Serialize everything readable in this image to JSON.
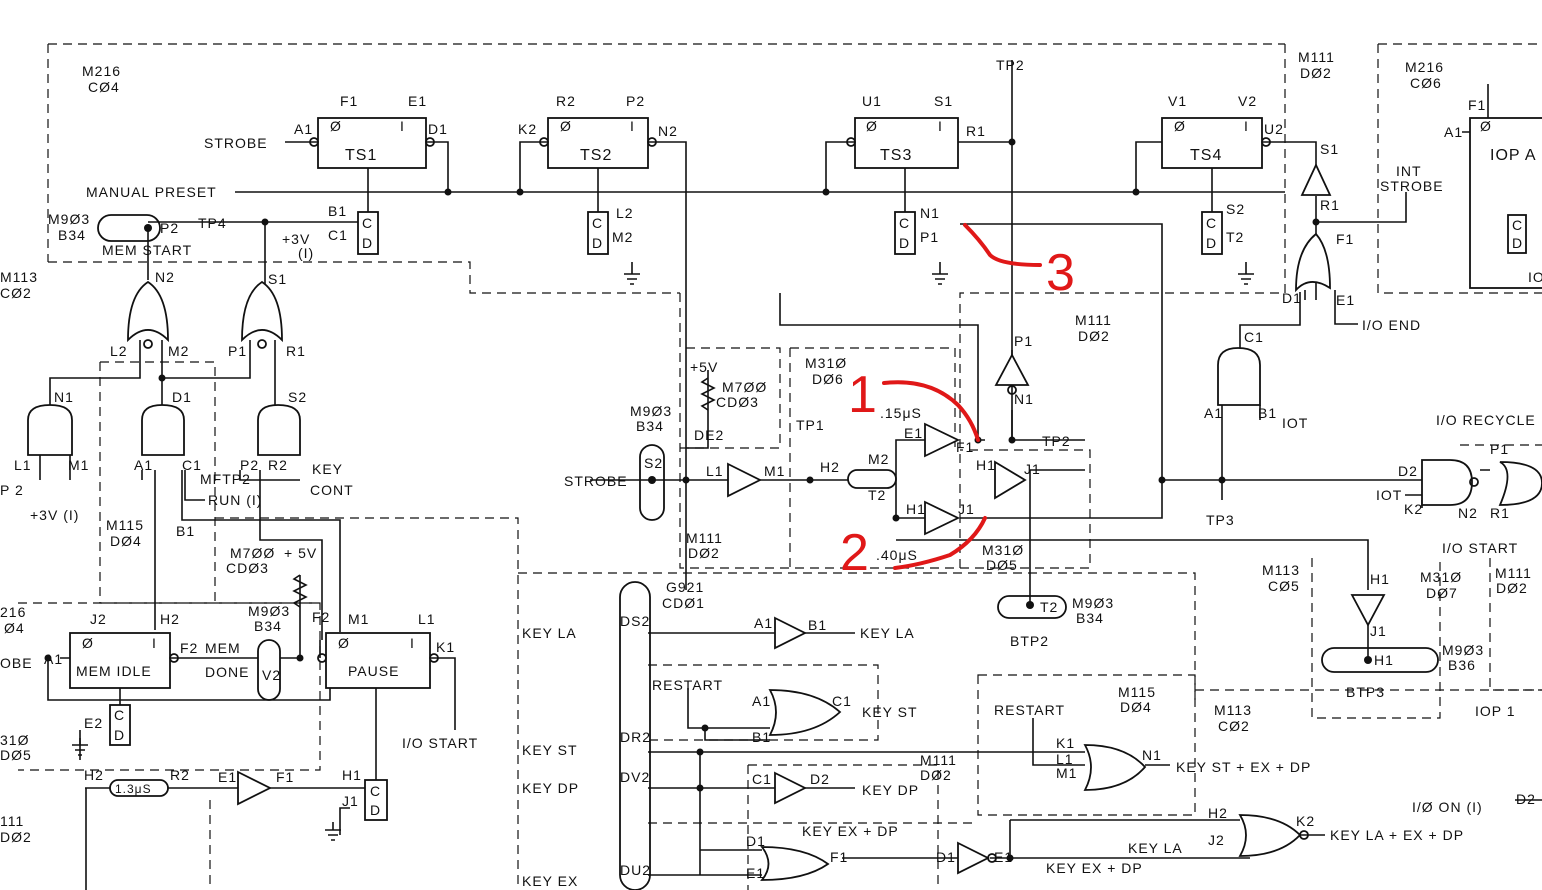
{
  "modules": {
    "m216_top": "M216",
    "m216_top_loc": "CØ4",
    "m111_top": "M111",
    "m111_top_loc": "DØ2",
    "m216_right": "M216",
    "m216_right_loc": "CØ6",
    "m903_left": "M9Ø3",
    "m903_left_loc": "B34",
    "m113_left": "M113",
    "m113_left_loc": "CØ2",
    "m111_mid": "M111",
    "m111_mid_loc": "DØ2",
    "m310_mid": "M31Ø",
    "m310_mid_loc": "DØ6",
    "m700_mid": "M7ØØ",
    "m700_mid_loc": "CDØ3",
    "m903_strobe": "M9Ø3",
    "m903_strobe_loc": "B34",
    "m115_left": "M115",
    "m115_left_loc": "DØ4",
    "m700_left": "M7ØØ",
    "m700_left_loc": "CDØ3",
    "m903_left2": "M9Ø3",
    "m903_left2_loc": "B34",
    "m216_bl": "216",
    "m216_bl_loc": "Ø4",
    "m310_bl": "31Ø",
    "m310_bl_loc": "DØ5",
    "m111_bl": "111",
    "m111_bl_loc": "DØ2",
    "m111_c": "M111",
    "m111_c_loc": "DØ2",
    "m310_c": "M31Ø",
    "m310_c_loc": "DØ5",
    "m903_btp2": "M9Ø3",
    "m903_btp2_loc": "B34",
    "g921": "G921",
    "g921_loc": "CDØ1",
    "m113_r": "M113",
    "m113_r_loc": "CØ5",
    "m310_r": "M31Ø",
    "m310_r_loc": "DØ7",
    "m111_r": "M111",
    "m111_r_loc": "DØ2",
    "m903_r": "M9Ø3",
    "m903_r_loc": "B36",
    "m115_c": "M115",
    "m115_c_loc": "DØ4",
    "m113_c2": "M113",
    "m113_c2_loc": "CØ2",
    "m111_c2": "M111",
    "m111_c2_loc": "DØ2"
  },
  "signals": {
    "strobe": "STROBE",
    "manual_preset": "MANUAL PRESET",
    "tp2_top": "TP2",
    "tp4": "TP4",
    "plus3v": "+3V",
    "plus3v_i": "(I)",
    "mem_start": "MEM START",
    "int_strobe_1": "INT",
    "int_strobe_2": "STROBE",
    "io_end": "I/O END",
    "plus5v": "+5V",
    "strobe_mid": "STROBE",
    "tp1": "TP1",
    "de2": "DE2",
    "t2": "T2",
    "tp2_mid": "TP2",
    "iot": "IOT",
    "iot2": "IOT",
    "tp3": "TP3",
    "io_recycle": "I/O RECYCLE",
    "io_start_r": "I/O START",
    "p2_left": "P 2",
    "plus3v_left": "+3V (I)",
    "run": "RUN (I)",
    "mftp2": "MFTP2",
    "key_cont_1": "KEY",
    "key_cont_2": "CONT",
    "plus5v_left": "+ 5V",
    "strobe_left": "OBE",
    "mem_idle": "MEM IDLE",
    "mem_done_1": "MEM",
    "mem_done_2": "DONE",
    "pause": "PAUSE",
    "io_start": "I/O START",
    "delay_13": "1.3μS",
    "delay_15": ".15μS",
    "delay_40": ".40μS",
    "btp2": "BTP2",
    "btp3": "BTP3",
    "key_la_in": "KEY LA",
    "key_st_in": "KEY ST",
    "key_dp_in": "KEY DP",
    "key_ex_in": "KEY EX",
    "key_la_out": "KEY LA",
    "restart": "RESTART",
    "key_st_out": "KEY ST",
    "key_dp_out": "KEY DP",
    "key_ex_dp": "KEY EX + DP",
    "key_ex_dp2": "KEY EX + DP",
    "restart2": "RESTART",
    "key_st_ex_dp": "KEY ST + EX + DP",
    "key_la2": "KEY LA",
    "key_la_ex_dp": "KEY LA + EX + DP",
    "io_on": "I/Ø ON (I)",
    "iop1": "IOP 1",
    "io_label": "IO"
  },
  "flipflops": {
    "ts1": "TS1",
    "ts2": "TS2",
    "ts3": "TS3",
    "ts4": "TS4",
    "iopa": "IOP A",
    "zero": "Ø",
    "one": "I"
  },
  "pins": {
    "f1": "F1",
    "e1": "E1",
    "a1": "A1",
    "d1": "D1",
    "r2": "R2",
    "p2": "P2",
    "k2": "K2",
    "n2": "N2",
    "u1": "U1",
    "s1": "S1",
    "r1": "R1",
    "v1": "V1",
    "v2": "V2",
    "u2": "U2",
    "b1": "B1",
    "c1": "C1",
    "c": "C",
    "d": "D",
    "l2": "L2",
    "m2": "M2",
    "n1": "N1",
    "p1": "P1",
    "s2": "S2",
    "t2": "T2",
    "l1": "L1",
    "m1": "M1",
    "h2": "H2",
    "h1": "H1",
    "j1": "J1",
    "j2": "J2",
    "e2": "E2",
    "f2": "F2",
    "k1": "K1",
    "v2p": "V2",
    "ds2": "DS2",
    "dr2": "DR2",
    "dv2": "DV2",
    "du2": "DU2",
    "d2": "D2"
  },
  "annotations": {
    "a1": "1",
    "a2": "2",
    "a3": "3"
  },
  "colors": {
    "ink": "#111111",
    "annotation": "#e01818",
    "paper": "#ffffff"
  }
}
